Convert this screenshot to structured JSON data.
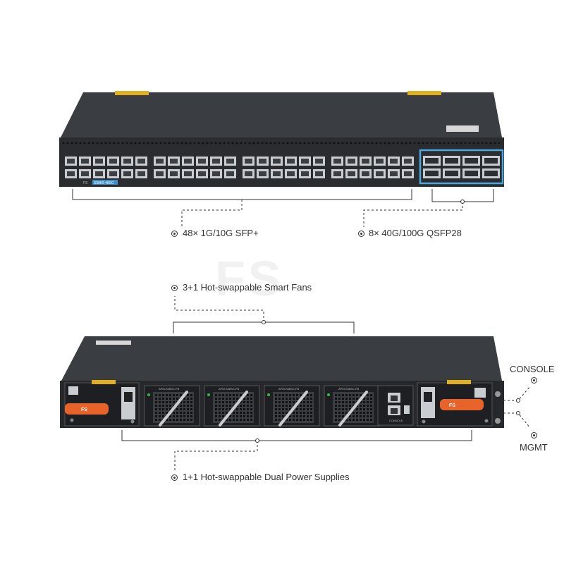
{
  "watermark": "FS",
  "front": {
    "sfp_label": "48× 1G/10G SFP+",
    "qsfp_label": "8× 40G/100G QSFP28",
    "brand_tag": "FS",
    "model_tag": "S5860-48SC"
  },
  "rear": {
    "fans_label": "3+1 Hot-swappable Smart Fans",
    "psu_label": "1+1 Hot-swappable Dual Power Supplies",
    "console_label": "CONSOLE",
    "mgmt_label": "MGMT",
    "fan_module_tag": "APM-S48SC-FB",
    "psu_tab_text": "FS",
    "console_port_text": "CONSOLE"
  },
  "colors": {
    "chassis": "#2f3236",
    "chassis_top": "#3a3d41",
    "port_metal": "#c9ccd0",
    "qsfp_highlight": "#4aa8e0",
    "psu_handle": "#e8632a",
    "label_yellow": "#e0b020",
    "callout_line": "#333333"
  }
}
